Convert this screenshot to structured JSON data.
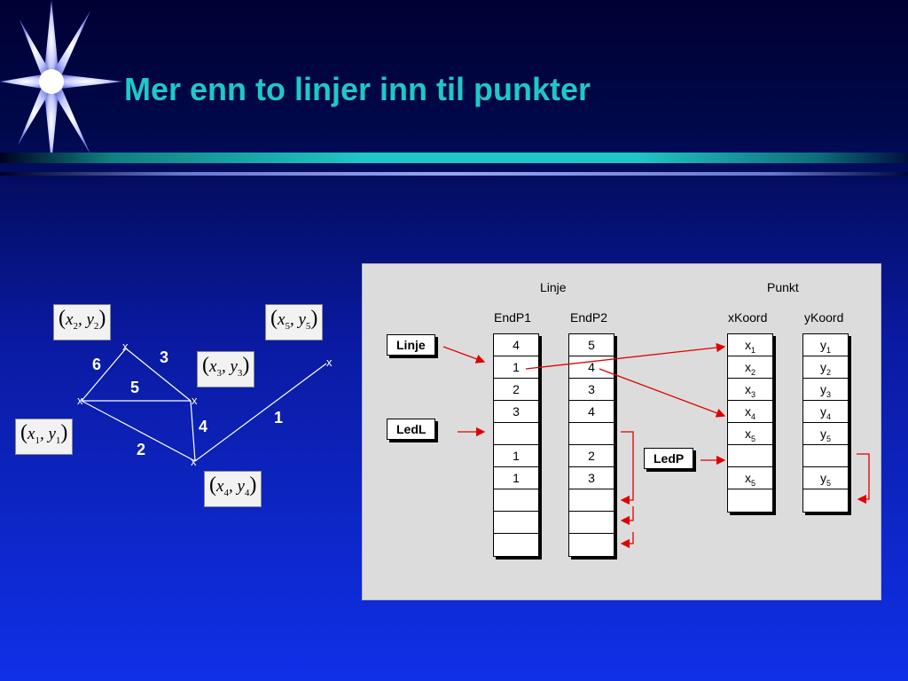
{
  "title": "Mer enn to linjer inn til punkter",
  "graph": {
    "nodes": [
      {
        "id": "p2",
        "marker": "x",
        "coord_label": {
          "x": "x",
          "xs": "2",
          "y": "y",
          "ys": "2"
        }
      },
      {
        "id": "p5",
        "marker": "x",
        "coord_label": {
          "x": "x",
          "xs": "5",
          "y": "y",
          "ys": "5"
        }
      },
      {
        "id": "p3",
        "marker": "x",
        "coord_label": {
          "x": "x",
          "xs": "3",
          "y": "y",
          "ys": "3"
        }
      },
      {
        "id": "p1",
        "marker": "x",
        "coord_label": {
          "x": "x",
          "xs": "1",
          "y": "y",
          "ys": "1"
        }
      },
      {
        "id": "p4",
        "marker": "x",
        "coord_label": {
          "x": "x",
          "xs": "4",
          "y": "y",
          "ys": "4"
        }
      }
    ],
    "edge_labels": [
      "6",
      "3",
      "5",
      "4",
      "1",
      "2"
    ]
  },
  "panel": {
    "linje_header": "Linje",
    "punkt_header": "Punkt",
    "endp1_header": "EndP1",
    "endp2_header": "EndP2",
    "xkoord_header": "xKoord",
    "ykoord_header": "yKoord",
    "endp1": [
      "4",
      "1",
      "2",
      "3",
      "",
      "1",
      "1",
      "",
      "",
      ""
    ],
    "endp2": [
      "5",
      "4",
      "3",
      "4",
      "",
      "2",
      "3",
      "",
      "",
      ""
    ],
    "xkoord": [
      {
        "t": "x",
        "s": "1"
      },
      {
        "t": "x",
        "s": "2"
      },
      {
        "t": "x",
        "s": "3"
      },
      {
        "t": "x",
        "s": "4"
      },
      {
        "t": "x",
        "s": "5"
      },
      {
        "t": "",
        "s": ""
      },
      {
        "t": "x",
        "s": "5"
      },
      {
        "t": "",
        "s": ""
      }
    ],
    "ykoord": [
      {
        "t": "y",
        "s": "1"
      },
      {
        "t": "y",
        "s": "2"
      },
      {
        "t": "y",
        "s": "3"
      },
      {
        "t": "y",
        "s": "4"
      },
      {
        "t": "y",
        "s": "5"
      },
      {
        "t": "",
        "s": ""
      },
      {
        "t": "y",
        "s": "5"
      },
      {
        "t": "",
        "s": ""
      }
    ],
    "linje_button": "Linje",
    "ledl_button": "LedL",
    "ledp_button": "LedP"
  },
  "colors": {
    "title": "#1fc8c8",
    "arrow": "#e00000",
    "panel": "#dcdcdc"
  }
}
